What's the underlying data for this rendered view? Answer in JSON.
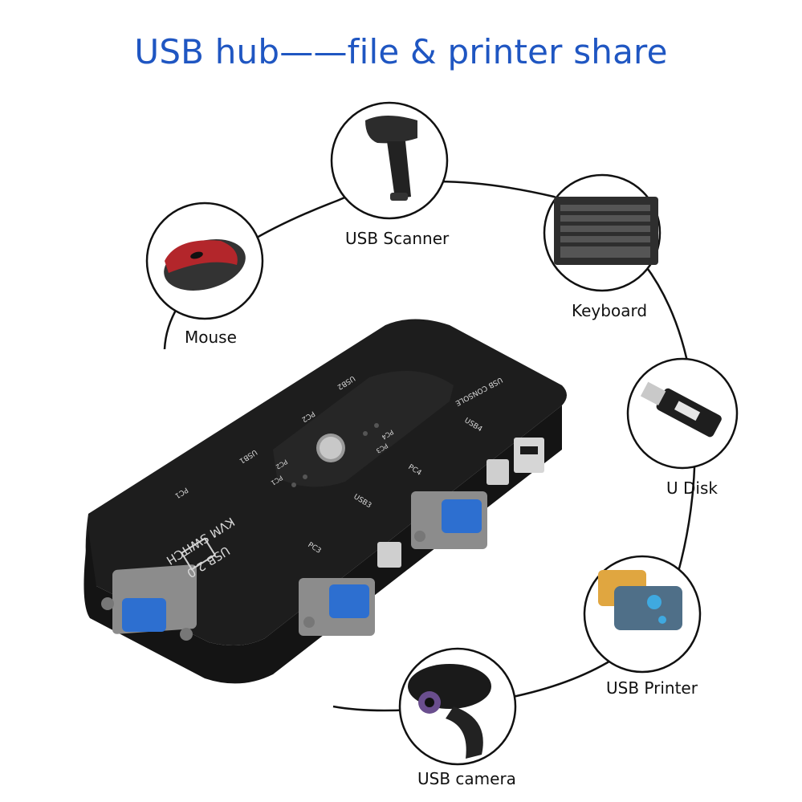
{
  "title": "USB hub——file & printer share",
  "peripherals": {
    "mouse": "Mouse",
    "scanner": "USB Scanner",
    "keyboard": "Keyboard",
    "udisk": "U Disk",
    "printer": "USB Printer",
    "camera": "USB camera"
  },
  "device": {
    "name_line1": "KVM SWITCH",
    "name_line2": "USB 2.0",
    "console": "USB CONSOLE",
    "pc1": "PC1",
    "pc2": "PC2",
    "pc3": "PC3",
    "pc4": "PC4",
    "usb1": "USB1",
    "usb2": "USB2",
    "usb3": "USB3",
    "usb4": "USB4",
    "led_pc1": "PC1",
    "led_pc2": "PC2",
    "led_pc3": "PC3",
    "led_pc4": "PC4"
  }
}
